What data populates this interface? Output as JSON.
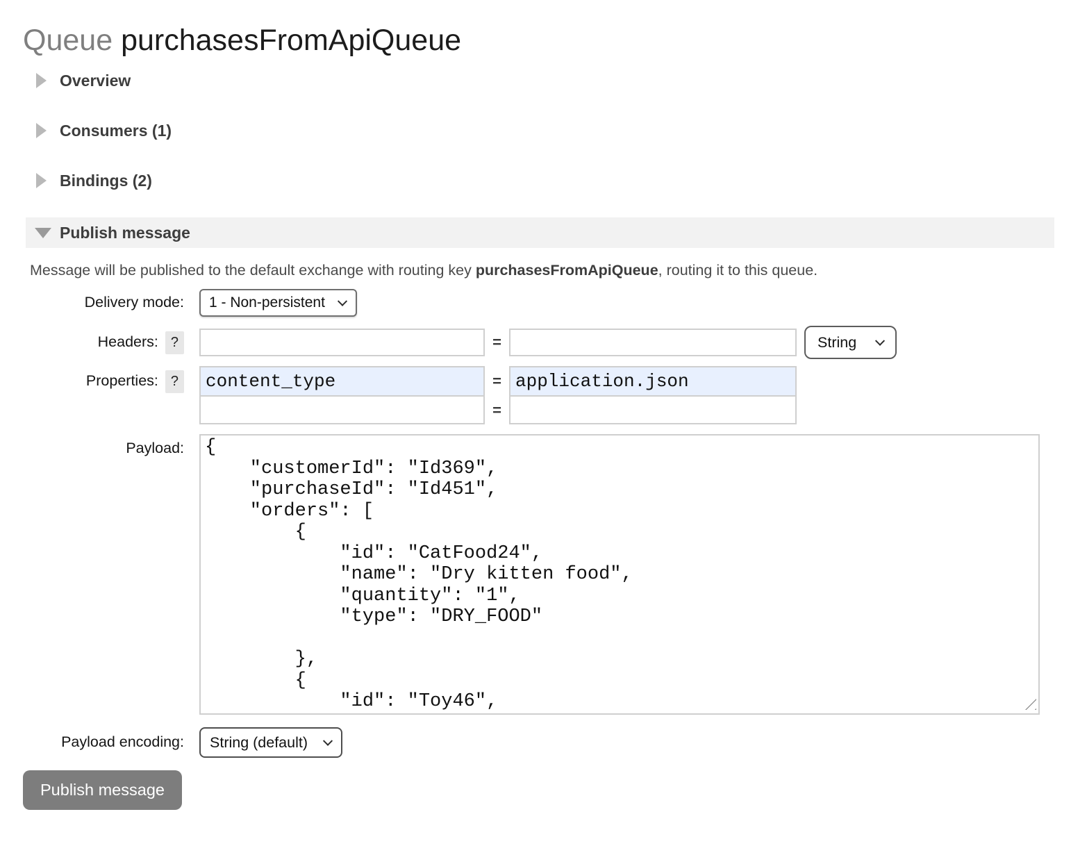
{
  "header": {
    "title_prefix": "Queue",
    "title_name": "purchasesFromApiQueue"
  },
  "sections": [
    {
      "label": "Overview"
    },
    {
      "label": "Consumers (1)"
    },
    {
      "label": "Bindings (2)"
    }
  ],
  "publish": {
    "section_label": "Publish message",
    "description_prefix": "Message will be published to the default exchange with routing key ",
    "description_bold": "purchasesFromApiQueue",
    "description_suffix": ", routing it to this queue.",
    "equals": "=",
    "help": "?",
    "delivery_mode": {
      "label": "Delivery mode:",
      "value": "1 - Non-persistent"
    },
    "headers": {
      "label": "Headers:",
      "name_value": "",
      "value_value": "",
      "type_value": "String"
    },
    "properties": {
      "label": "Properties:",
      "rows": [
        {
          "name": "content_type",
          "value": "application.json"
        },
        {
          "name": "",
          "value": ""
        }
      ]
    },
    "payload": {
      "label": "Payload:",
      "value": "{\n    \"customerId\": \"Id369\",\n    \"purchaseId\": \"Id451\",\n    \"orders\": [\n        {\n            \"id\": \"CatFood24\",\n            \"name\": \"Dry kitten food\",\n            \"quantity\": \"1\",\n            \"type\": \"DRY_FOOD\"\n\n        },\n        {\n            \"id\": \"Toy46\","
    },
    "payload_encoding": {
      "label": "Payload encoding:",
      "value": "String (default)"
    },
    "publish_button": "Publish message"
  },
  "colors": {
    "highlight_blue": "#e8f0fe",
    "section_bar_gray": "#f2f2f2",
    "button_gray": "#7d7d7d"
  }
}
